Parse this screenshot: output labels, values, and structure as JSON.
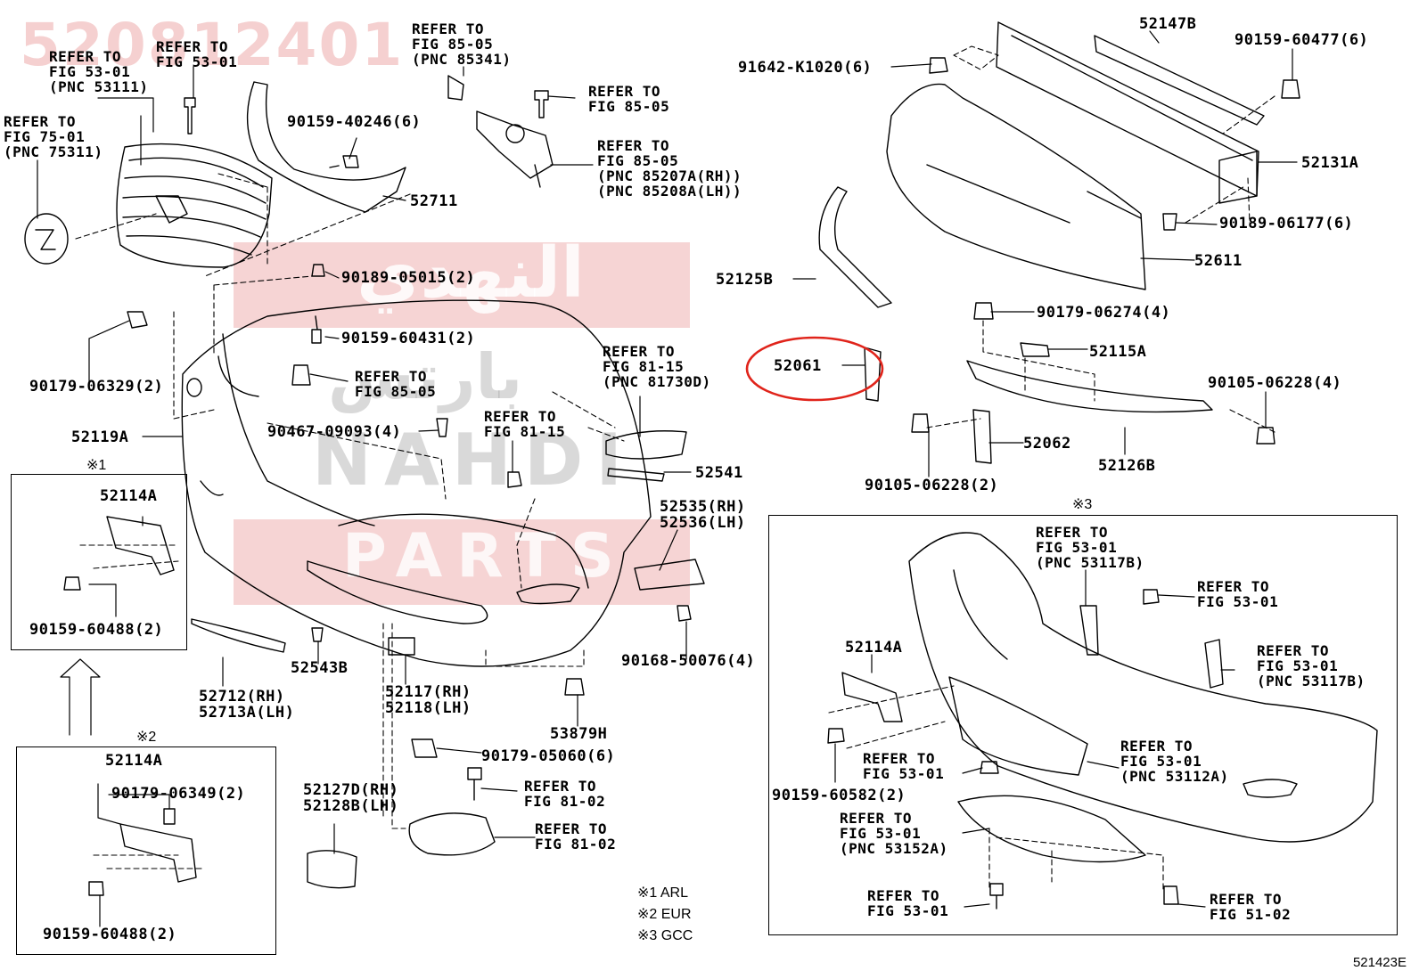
{
  "watermark": {
    "part_number": "520812401",
    "arabic_line1": "النهدي",
    "arabic_line2": "بارتس",
    "latin_line1": "NAHDI",
    "latin_line2": "PARTS"
  },
  "diagram_code": "521423E",
  "variant_notes": [
    "※1 ARL",
    "※2 EUR",
    "※3 GCC"
  ],
  "inset_markers": {
    "m1": "※1",
    "m2": "※2",
    "m3": "※3"
  },
  "labels": {
    "l01": "REFER TO\nFIG 53-01\n(PNC 53111)",
    "l02": "REFER TO\nFIG 53-01",
    "l03": "REFER TO\nFIG 85-05\n(PNC 85341)",
    "l04": "REFER TO\nFIG 75-01\n(PNC 75311)",
    "l05": "90159-40246(6)",
    "l06": "REFER TO\nFIG 85-05",
    "l07": "REFER TO\nFIG 85-05\n(PNC 85207A(RH))\n(PNC 85208A(LH))",
    "l08": "52711",
    "l09": "90189-05015(2)",
    "l10": "90159-60431(2)",
    "l11": "REFER TO\nFIG 85-05",
    "l12": "90179-06329(2)",
    "l13": "REFER TO\nFIG 81-15\n(PNC 81730D)",
    "l14": "90467-09093(4)",
    "l15": "REFER TO\nFIG 81-15",
    "l16": "52119A",
    "l17": "52541",
    "l18": "52535(RH)\n52536(LH)",
    "l19": "52114A",
    "l20": "90159-60488(2)",
    "l21": "52712(RH)\n52713A(LH)",
    "l22": "52543B",
    "l23": "52117(RH)\n52118(LH)",
    "l24": "90168-50076(4)",
    "l25": "53879H",
    "l26": "90179-05060(6)",
    "l27": "52114A",
    "l28": "90179-06349(2)",
    "l29": "90159-60488(2)",
    "l30": "52127D(RH)\n52128B(LH)",
    "l31": "REFER TO\nFIG 81-02",
    "l32": "REFER TO\nFIG 81-02",
    "l33": "91642-K1020(6)",
    "l34": "52147B",
    "l35": "90159-60477(6)",
    "l36": "52131A",
    "l37": "90189-06177(6)",
    "l38": "52611",
    "l39": "52125B",
    "l40": "90179-06274(4)",
    "l41": "52061",
    "l42": "52115A",
    "l43": "90105-06228(4)",
    "l44": "52062",
    "l45": "52126B",
    "l46": "90105-06228(2)",
    "l47": "REFER TO\nFIG 53-01\n(PNC 53117B)",
    "l48": "REFER TO\nFIG 53-01",
    "l49": "52114A",
    "l50": "REFER TO\nFIG 53-01\n(PNC 53117B)",
    "l51": "REFER TO\nFIG 53-01",
    "l52": "REFER TO\nFIG 53-01\n(PNC 53112A)",
    "l53": "90159-60582(2)",
    "l54": "REFER TO\nFIG 53-01\n(PNC 53152A)",
    "l55": "REFER TO\nFIG 53-01",
    "l56": "REFER TO\nFIG 51-02"
  }
}
